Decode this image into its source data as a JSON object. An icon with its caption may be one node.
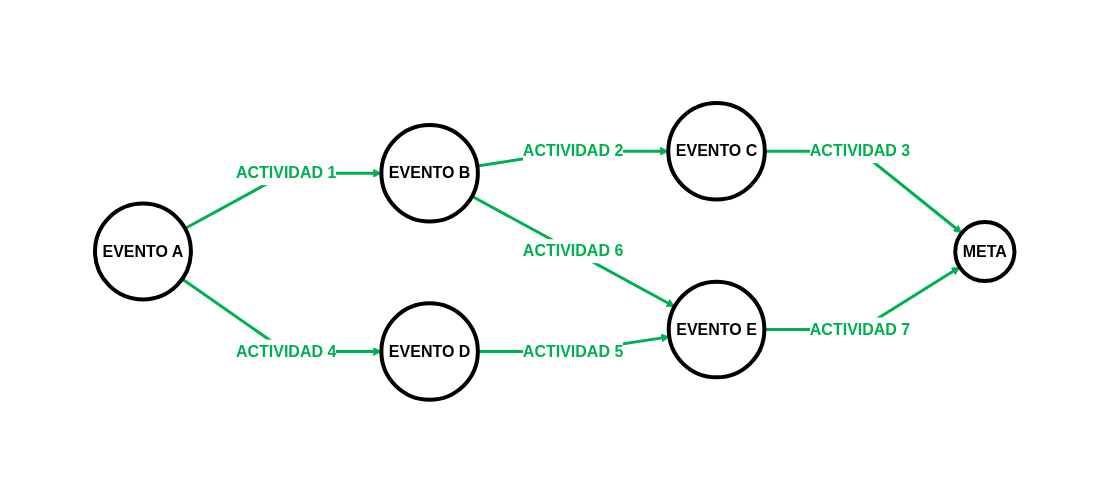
{
  "diagram": {
    "nodes": [
      {
        "text": [
          "EVENTO A"
        ]
      },
      {
        "text": [
          "EVENTO B"
        ]
      },
      {
        "text": [
          "EVENTO C"
        ]
      },
      {
        "text": [
          "EVENTO D"
        ]
      },
      {
        "text": [
          "EVENTO E"
        ]
      },
      {
        "text": [
          "META"
        ]
      }
    ],
    "edges": [
      {
        "from": 0,
        "to": 1,
        "arrow": "to",
        "label": "ACTIVIDAD 1"
      },
      {
        "from": 1,
        "to": 2,
        "arrow": "to",
        "label": "ACTIVIDAD 2"
      },
      {
        "from": 2,
        "to": 5,
        "arrow": "to",
        "label": "ACTIVIDAD 3"
      },
      {
        "from": 0,
        "to": 3,
        "arrow": "to",
        "label": "ACTIVIDAD 4"
      },
      {
        "from": 3,
        "to": 4,
        "arrow": "to",
        "label": "ACTIVIDAD 5"
      },
      {
        "from": 1,
        "to": 4,
        "arrow": "to",
        "label": "ACTIVIDAD 6"
      },
      {
        "from": 4,
        "to": 5,
        "arrow": "to",
        "label": "ACTIVIDAD 7"
      }
    ]
  }
}
